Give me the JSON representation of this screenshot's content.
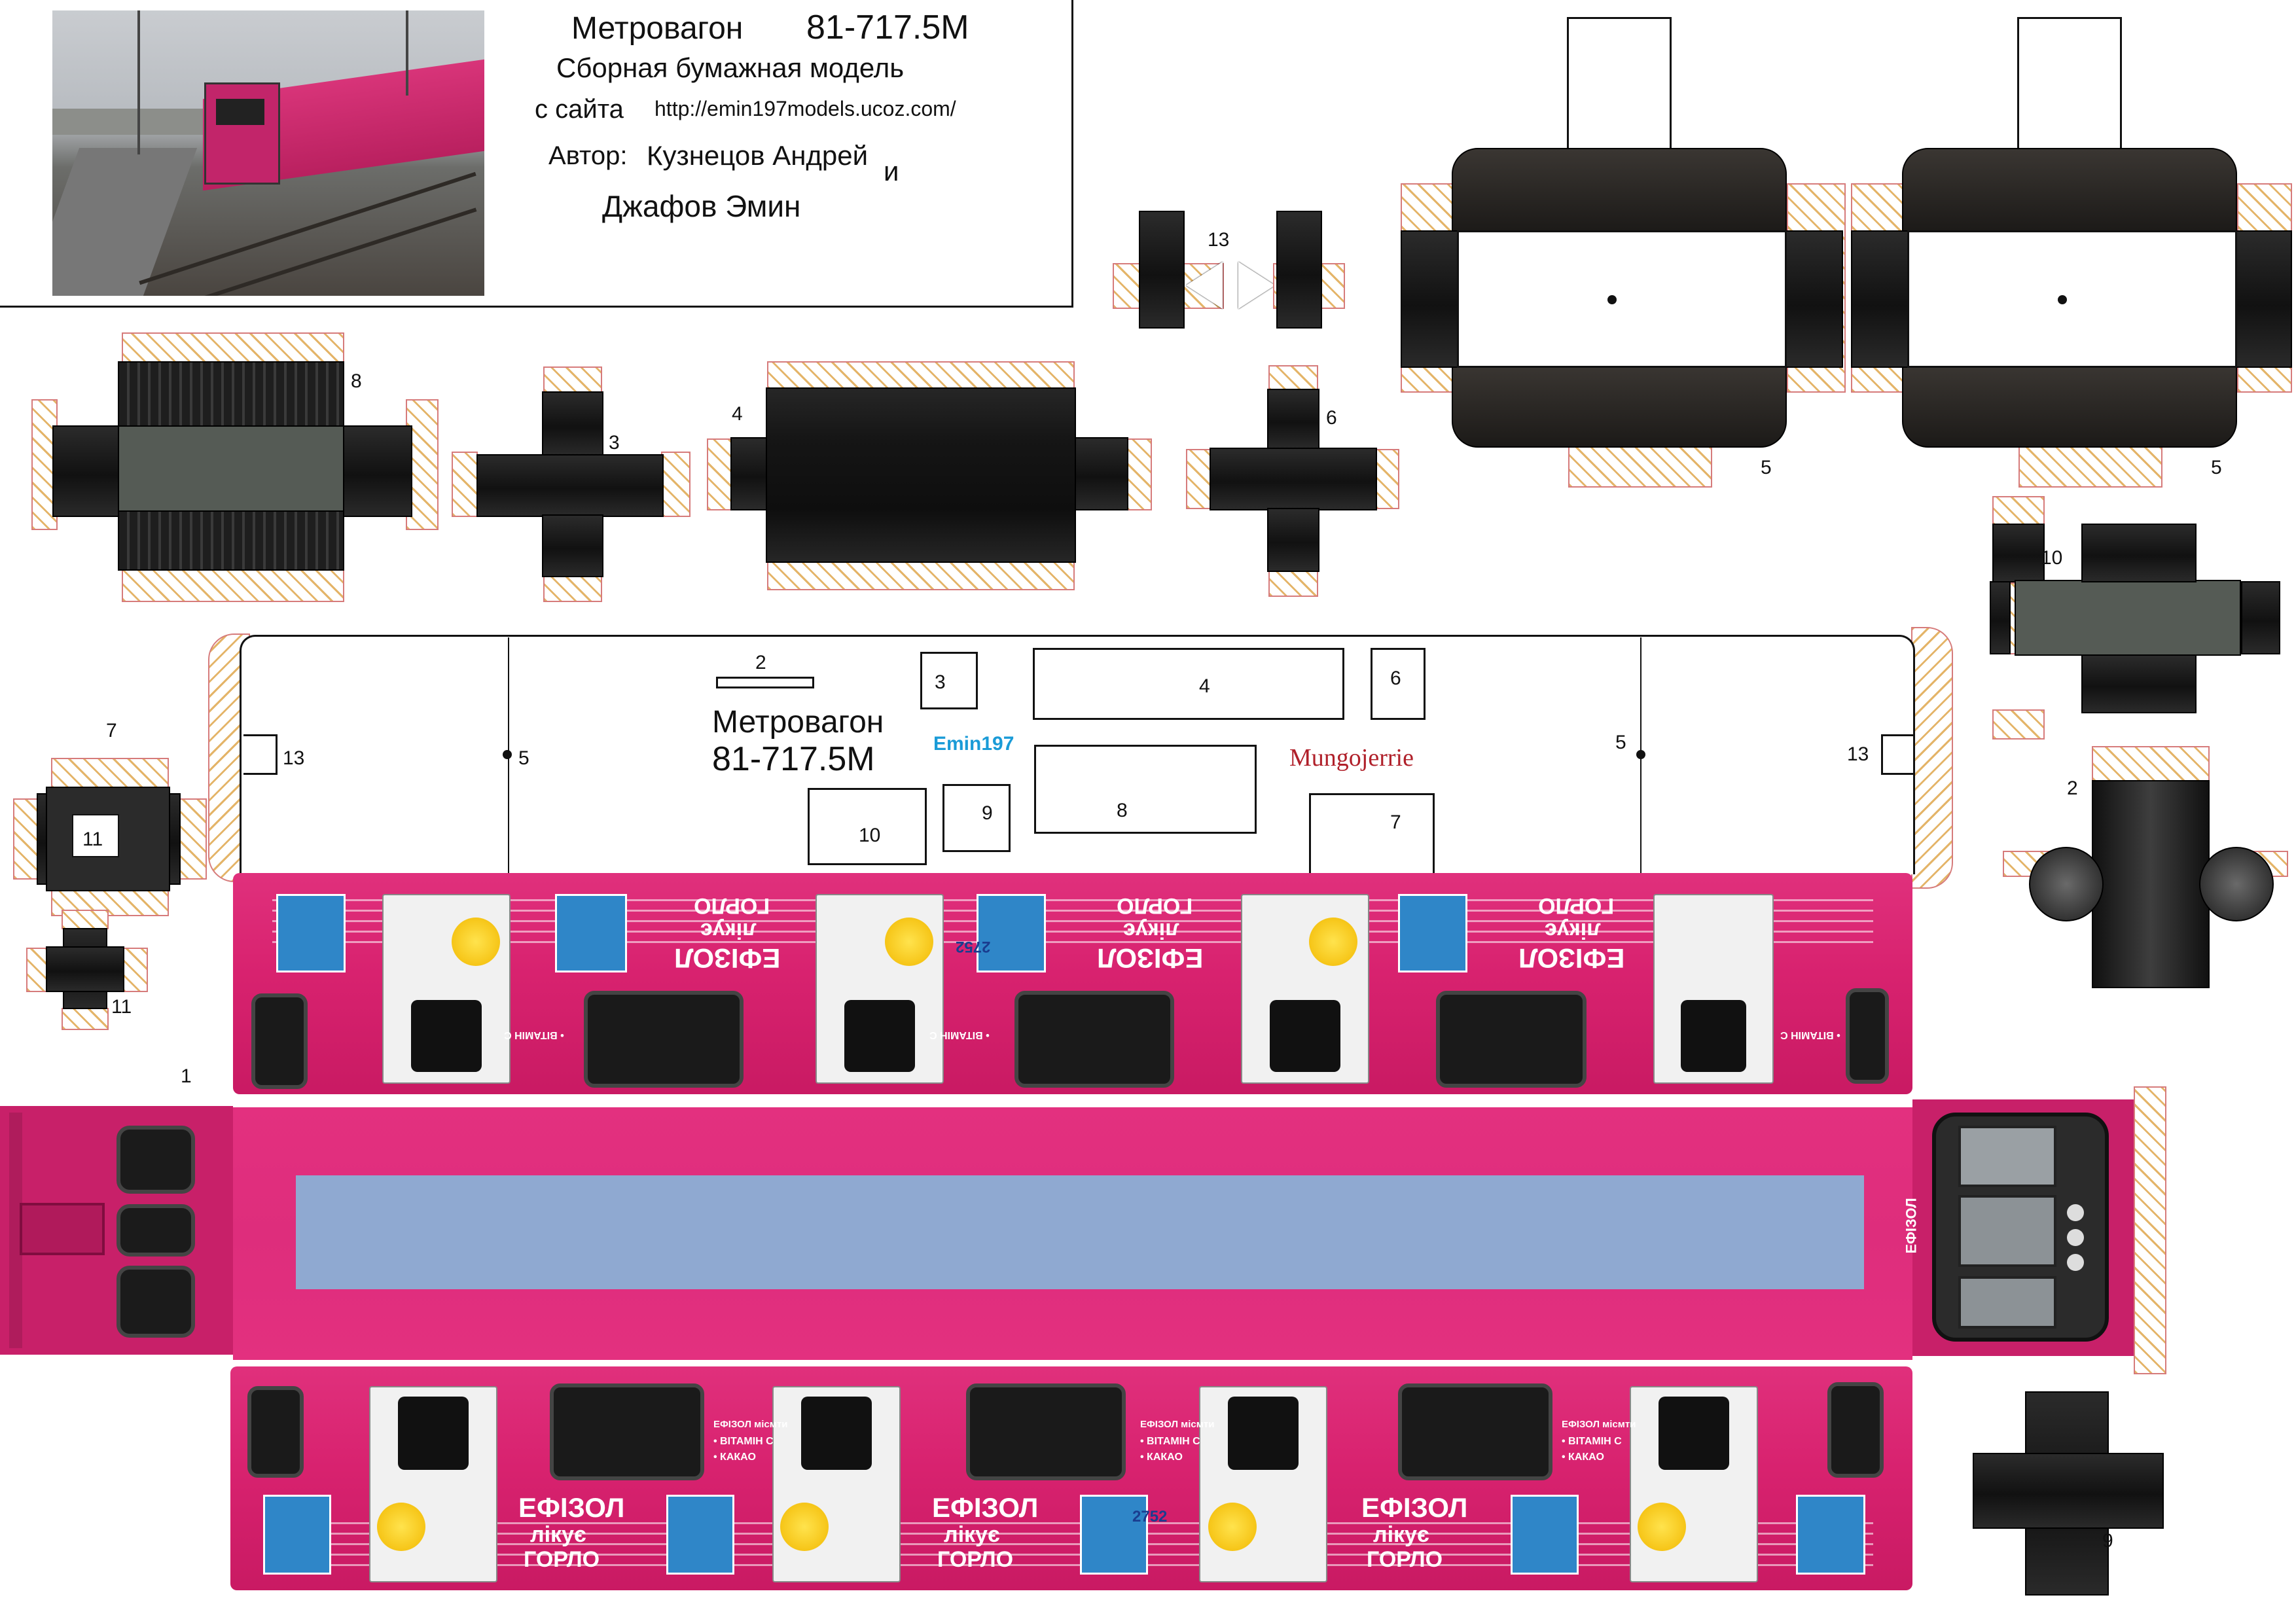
{
  "header": {
    "title_name": "Метровагон",
    "title_model": "81-717.5М",
    "subtitle": "Сборная бумажная модель",
    "site_label": "с сайта",
    "site_url": "http://emin197models.ucoz.com/",
    "author_label": "Автор:",
    "author_1": "Кузнецов Андрей",
    "conjunction": "и",
    "author_2": "Джафов Эмин"
  },
  "part_numbers": {
    "p1": "1",
    "p2": "2",
    "p3": "3",
    "p4": "4",
    "p5": "5",
    "p6": "6",
    "p7": "7",
    "p8": "8",
    "p9": "9",
    "p10": "10",
    "p11": "11",
    "p13": "13"
  },
  "roof": {
    "title_name": "Метровагон",
    "title_model": "81-717.5М",
    "brand": "Emin197",
    "signature": "Mungojerrie"
  },
  "advert": {
    "brand": "ЕФІЗОЛ",
    "line_1": "лікує",
    "line_2": "ГОРЛО",
    "bullet_1": "• ВІТАМІН С",
    "bullet_2": "• КАКАО",
    "small": "ЕФІЗОЛ місмти",
    "car_number": "2752"
  },
  "colors": {
    "car_body": "#d8226f",
    "floor_panel": "#8fa9d1",
    "glue_tab_hatch": "#e2b060",
    "brand_blue": "#1a9bd7",
    "signature_red": "#b0202a"
  }
}
